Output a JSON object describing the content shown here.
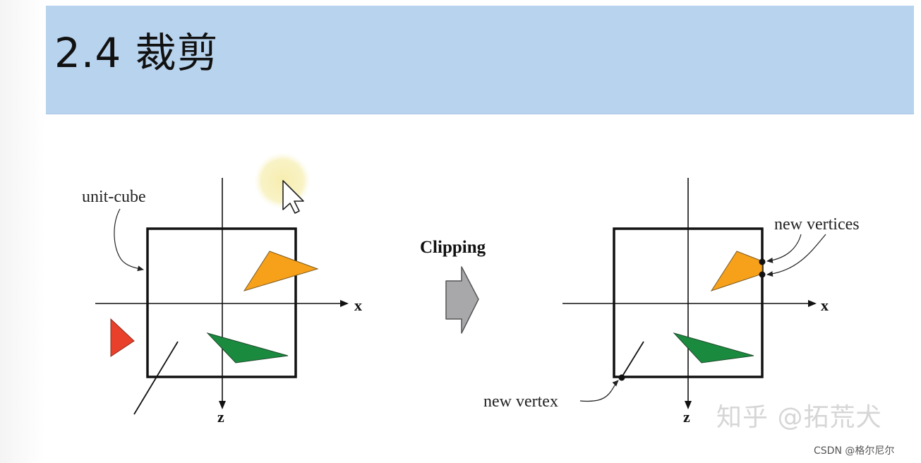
{
  "slide": {
    "title": "2.4 裁剪"
  },
  "figure": {
    "left_panel": {
      "cube_label": "unit-cube",
      "x_axis_label": "x",
      "z_axis_label": "z"
    },
    "arrow_label": "Clipping",
    "right_panel": {
      "new_vertices_label": "new vertices",
      "new_vertex_label": "new vertex",
      "x_axis_label": "x",
      "z_axis_label": "z"
    },
    "colors": {
      "orange_triangle": "#f7a11b",
      "green_triangle": "#1a8a3f",
      "red_triangle": "#e8402a",
      "arrow_fill": "#a8a8ab",
      "cursor_halo": "#f7f0b0"
    }
  },
  "overlay": {
    "watermark": "知乎 @拓荒犬",
    "footer": "CSDN @格尔尼尔"
  }
}
